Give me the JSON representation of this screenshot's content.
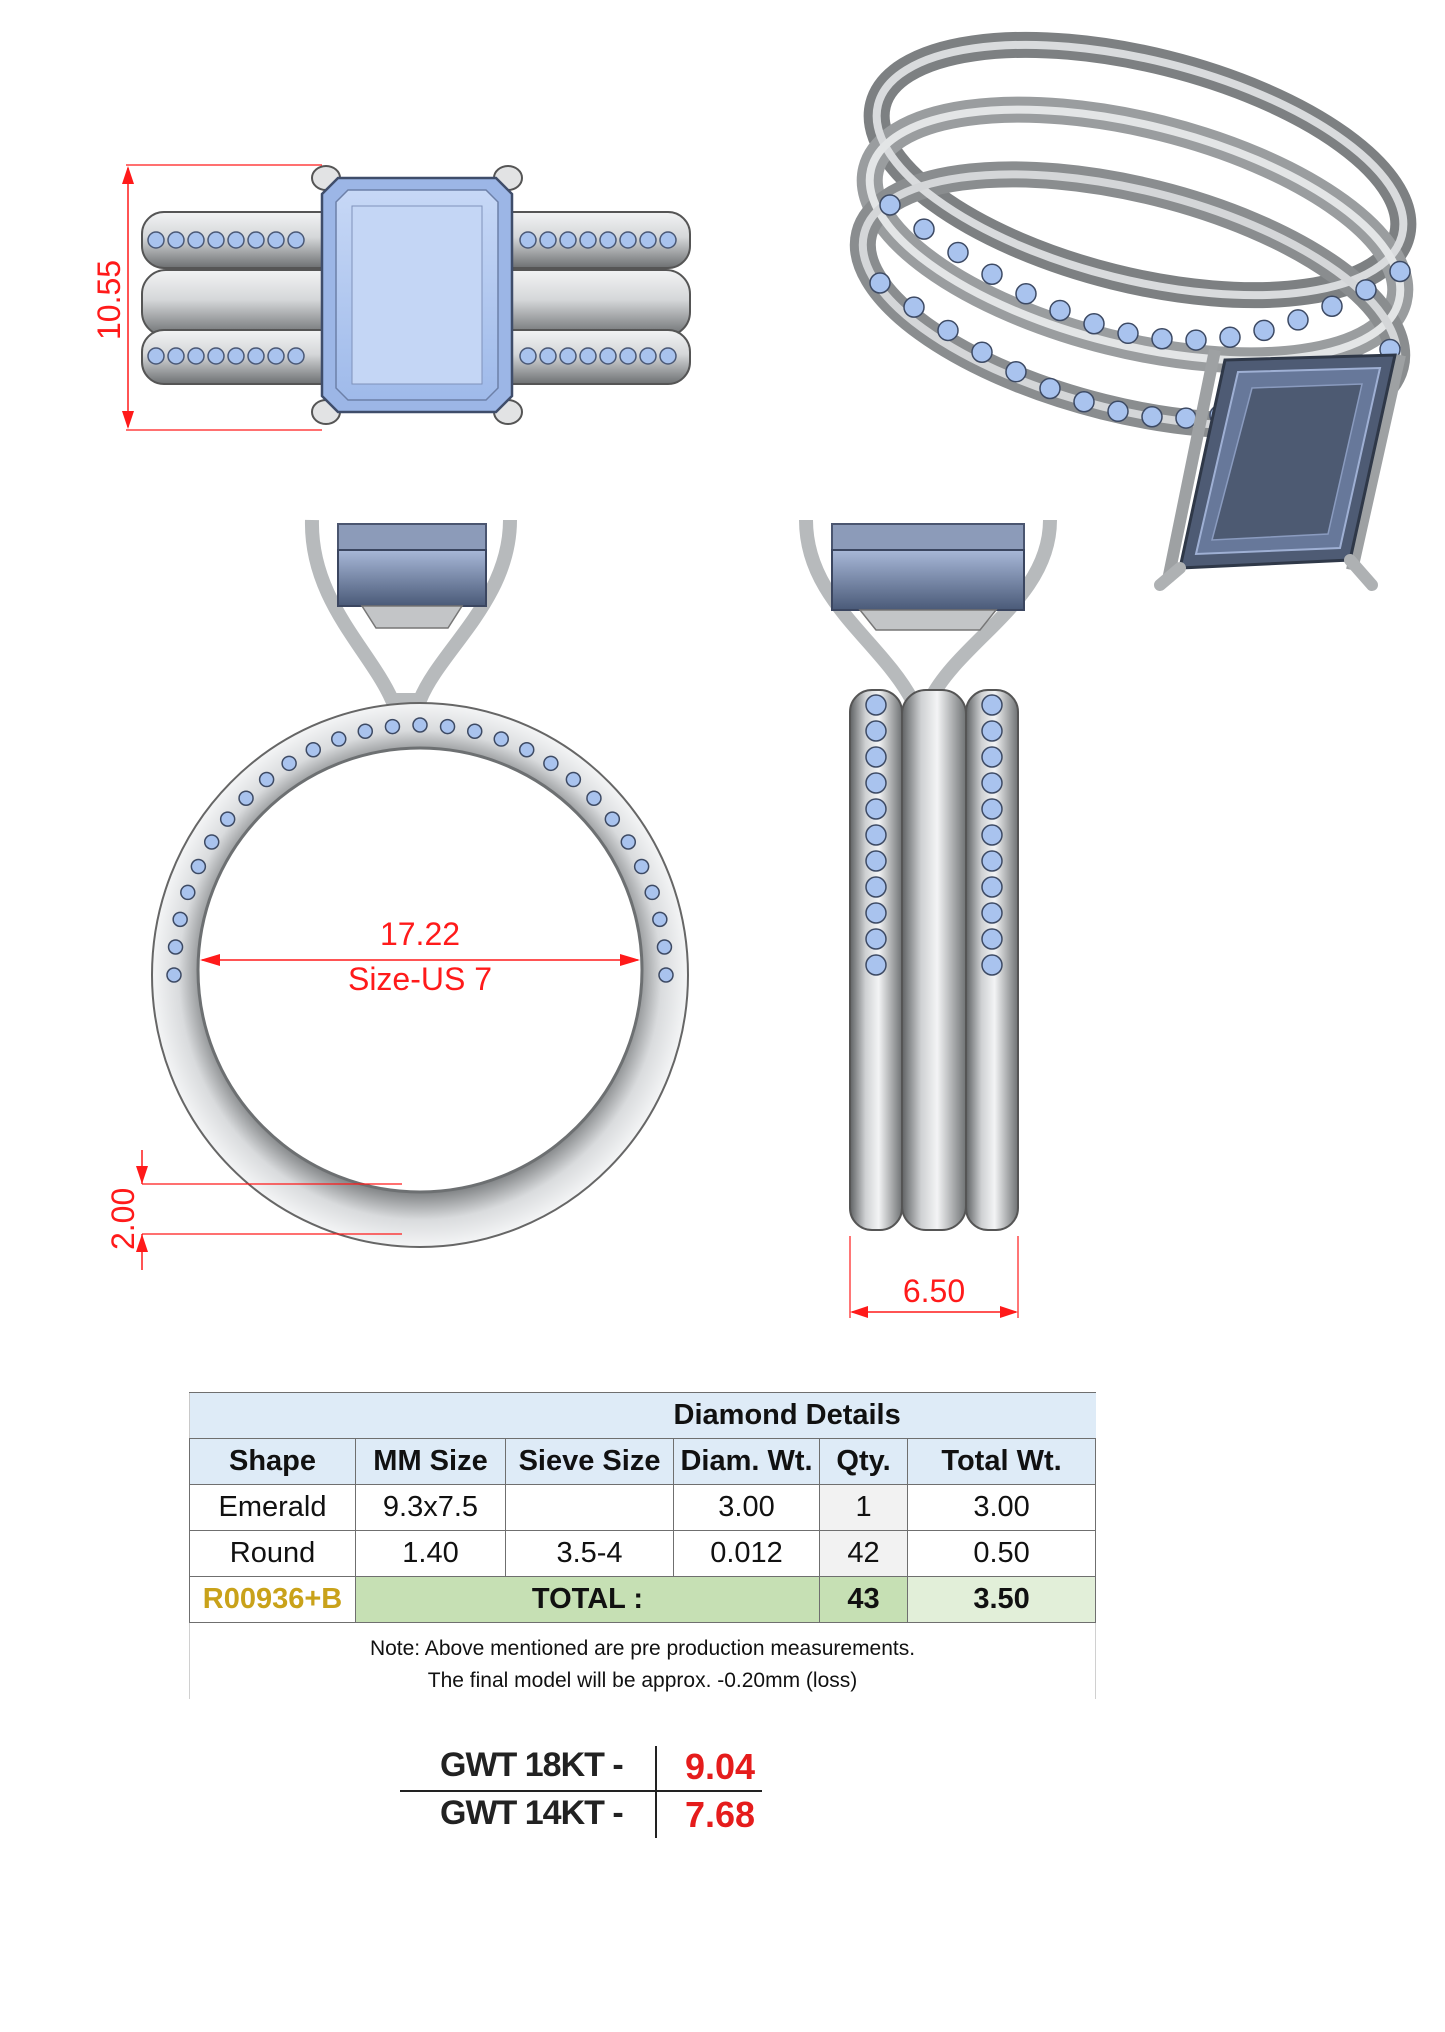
{
  "dimensions": {
    "height": "10.55",
    "inner_diameter": "17.22",
    "ring_size": "Size-US 7",
    "band_thickness": "2.00",
    "band_width": "6.50"
  },
  "diamond_table": {
    "title": "Diamond Details",
    "headers": [
      "Shape",
      "MM Size",
      "Sieve Size",
      "Diam. Wt.",
      "Qty.",
      "Total Wt."
    ],
    "rows": [
      [
        "Emerald",
        "9.3x7.5",
        "",
        "3.00",
        "1",
        "3.00"
      ],
      [
        "Round",
        "1.40",
        "3.5-4",
        "0.012",
        "42",
        "0.50"
      ]
    ],
    "total": {
      "code": "R00936+B",
      "label": "TOTAL :",
      "qty": "43",
      "weight": "3.50"
    },
    "note_line1": "Note: Above mentioned are pre production measurements.",
    "note_line2": "The final model will be approx. -0.20mm (loss)"
  },
  "gwt": [
    {
      "label": "GWT 18KT  -",
      "value": "9.04"
    },
    {
      "label": "GWT 14KT  -",
      "value": "7.68"
    }
  ],
  "colors": {
    "dimension": "#ff1a1a",
    "metal": "#c8cacc",
    "stone": "#a9c3ee",
    "header_fill": "#deebf7",
    "total_fill": "#c6e0b4"
  }
}
